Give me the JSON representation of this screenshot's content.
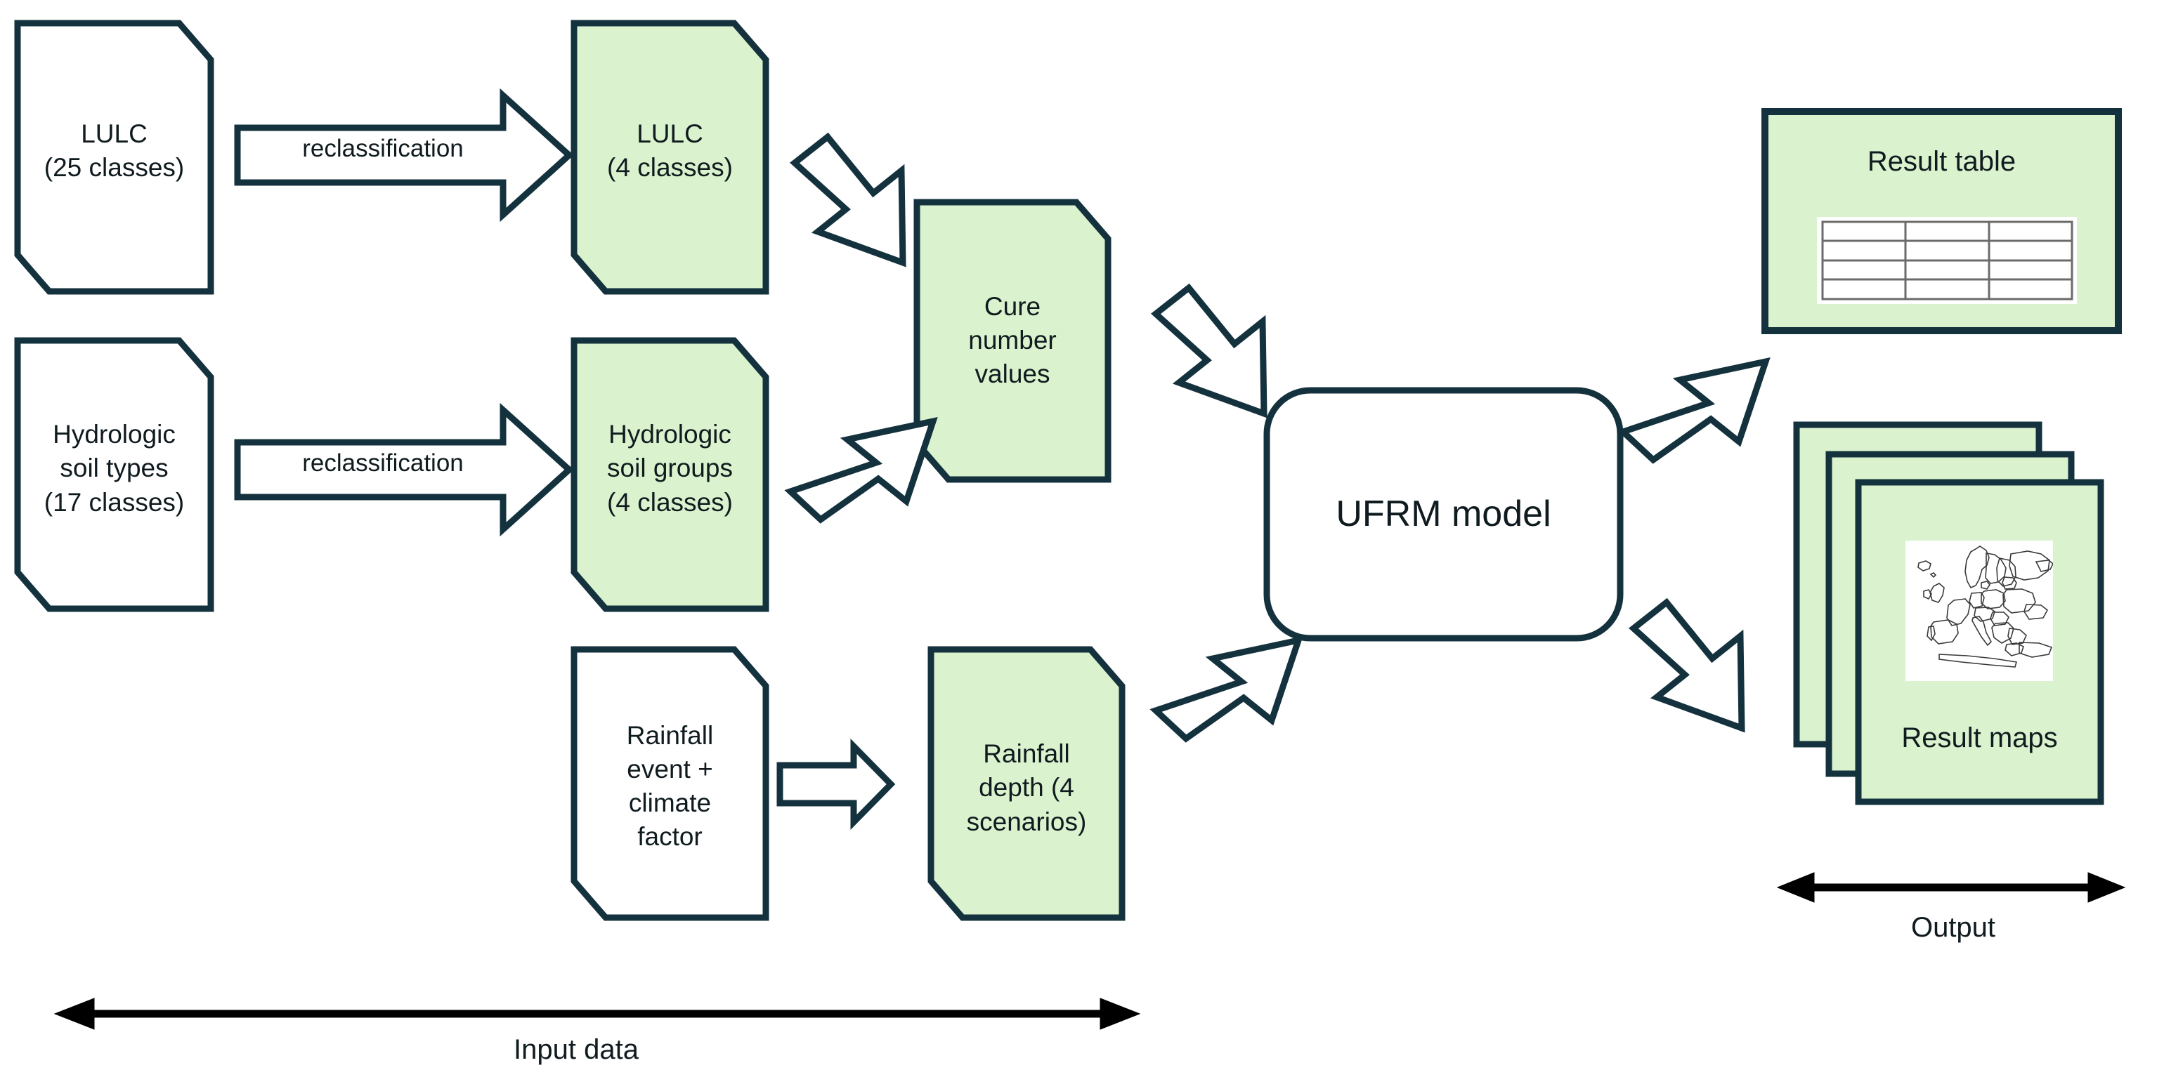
{
  "diagram": {
    "title": "UFRM model workflow",
    "colors": {
      "node_fill_green": "#daf2cd",
      "node_fill_white": "#ffffff",
      "stroke_dark": "#14323e",
      "text_dark": "#101b1f",
      "axis_arrow": "#000000",
      "background": "#ffffff",
      "table_grid": "#6b6b6b"
    },
    "input_nodes": [
      {
        "id": "lulc-source",
        "label": "LULC\n(25 classes)",
        "fill": "white",
        "shape": "document"
      },
      {
        "id": "soil-source",
        "label": "Hydrologic\nsoil types\n(17 classes)",
        "fill": "white",
        "shape": "document"
      },
      {
        "id": "rainfall-source",
        "label": "Rainfall\nevent +\nclimate\nfactor",
        "fill": "white",
        "shape": "document"
      }
    ],
    "derived_nodes": [
      {
        "id": "lulc-reclass",
        "label": "LULC\n(4 classes)",
        "fill": "green",
        "shape": "document"
      },
      {
        "id": "soil-groups",
        "label": "Hydrologic\nsoil groups\n(4 classes)",
        "fill": "green",
        "shape": "document"
      },
      {
        "id": "rainfall-depth",
        "label": "Rainfall\ndepth (4\nscenarios)",
        "fill": "green",
        "shape": "document"
      }
    ],
    "intermediate_nodes": [
      {
        "id": "curve-number",
        "label": "Cure\nnumber\nvalues",
        "fill": "green",
        "shape": "document"
      }
    ],
    "model_node": {
      "id": "ufrm-model",
      "label": "UFRM model",
      "fill": "white",
      "shape": "rounded-rect"
    },
    "output_nodes": [
      {
        "id": "result-table",
        "label": "Result table",
        "fill": "green",
        "shape": "rect",
        "contains": "table-grid",
        "table_rows": 4,
        "table_cols": 3
      },
      {
        "id": "result-maps",
        "label": "Result maps",
        "fill": "green",
        "shape": "stacked-cards",
        "card_count": 3,
        "contains": "europe-map-thumbnail"
      }
    ],
    "arrow_labels": [
      {
        "id": "reclassification-lulc",
        "text": "reclassification"
      },
      {
        "id": "reclassification-soil",
        "text": "reclassification"
      }
    ],
    "axis_labels": [
      {
        "id": "input-data-axis",
        "text": "Input data"
      },
      {
        "id": "output-axis",
        "text": "Output"
      }
    ]
  }
}
